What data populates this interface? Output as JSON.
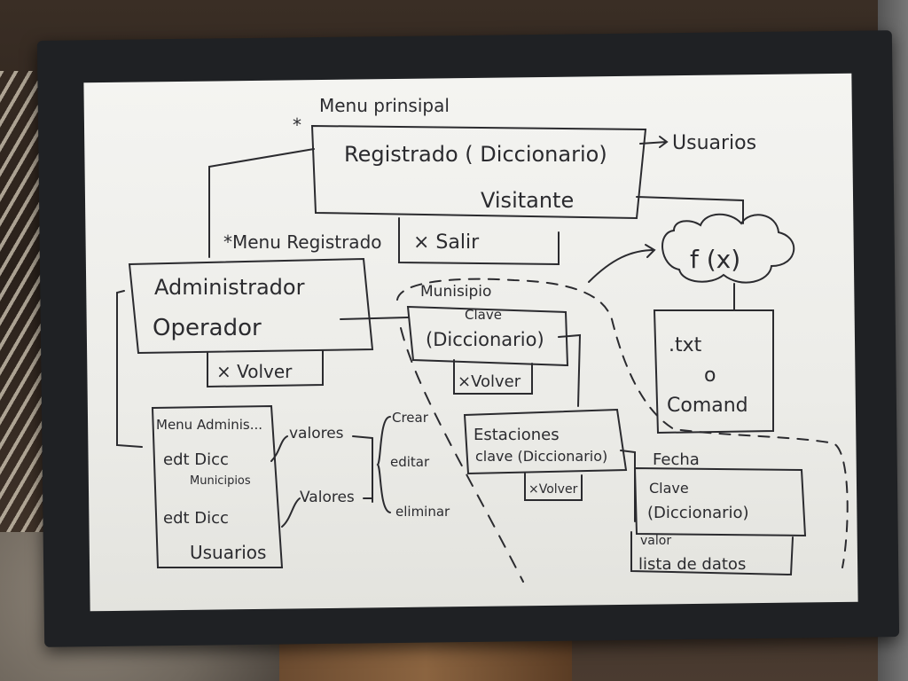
{
  "diagram": {
    "menu_principal": "Menu prinsipal",
    "asterisk_top": "*",
    "registrado": "Registrado ( Diccionario)",
    "usuarios_arrow": "Usuarios",
    "visitante": "Visitante",
    "menu_registrado": "*Menu Registrado",
    "salir": "× Salir",
    "administrador": "Administrador",
    "operador": "Operador",
    "volver_1": "× Volver",
    "fx": "f (x)",
    "txt": ".txt",
    "o": "o",
    "comand": "Comand",
    "municipio": "Munisipio",
    "clave_1": "Clave",
    "diccionario_1": "(Diccionario)",
    "volver_2": "×Volver",
    "menu_admin": "Menu Adminis...",
    "edt_dicc_1": "edt Dicc",
    "municipios": "Municipios",
    "edt_dicc_2": "edt Dicc",
    "usuarios_box": "Usuarios",
    "valores_1": "valores",
    "valores_2": "Valores",
    "crear": "Crear",
    "editar": "editar",
    "eliminar": "eliminar",
    "estaciones": "Estaciones",
    "clave_dicc_2": "clave (Diccionario)",
    "volver_3": "×Volver",
    "fecha": "Fecha",
    "clave_3": "Clave",
    "diccionario_3": "(Diccionario)",
    "valor": "valor",
    "lista_datos": "lista de datos"
  }
}
